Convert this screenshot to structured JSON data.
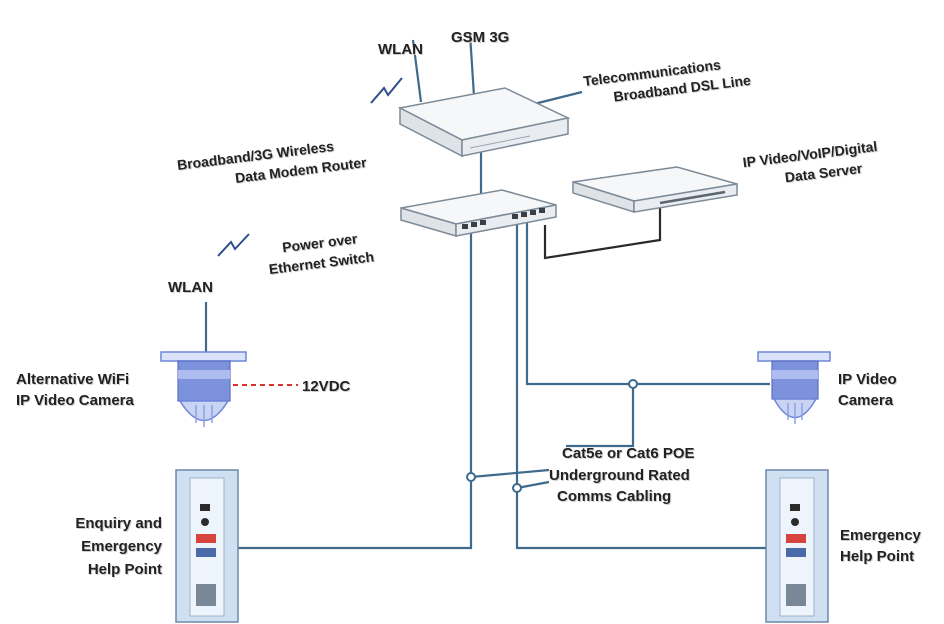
{
  "labels": {
    "wlan_top": "WLAN",
    "gsm": "GSM 3G",
    "telecom_line1": "Telecommunications",
    "telecom_line2": "Broadband DSL Line",
    "router_line1": "Broadband/3G Wireless",
    "router_line2": "Data Modem Router",
    "server_line1": "IP Video/VoIP/Digital",
    "server_line2": "Data Server",
    "poe_line1": "Power over",
    "poe_line2": "Ethernet Switch",
    "wlan_left": "WLAN",
    "wifi_cam_line1": "Alternative WiFi",
    "wifi_cam_line2": "IP Video Camera",
    "vdc": "12VDC",
    "ipcam_line1": "IP Video",
    "ipcam_line2": "Camera",
    "cable_line1": "Cat5e or Cat6 POE",
    "cable_line2": "Underground Rated",
    "cable_line3": "Comms Cabling",
    "enquiry_line1": "Enquiry and",
    "enquiry_line2": "Emergency",
    "enquiry_line3": "Help Point",
    "emergency_line1": "Emergency",
    "emergency_line2": "Help Point"
  },
  "colors": {
    "cable": "#3f6a8c",
    "device_body": "#f4f5f7",
    "device_edge": "#7d8b99",
    "camera_blue": "#6f86d9",
    "camera_light": "#c9d4f5",
    "help_point": "#cfe0f3",
    "power_line": "#d9322b"
  }
}
